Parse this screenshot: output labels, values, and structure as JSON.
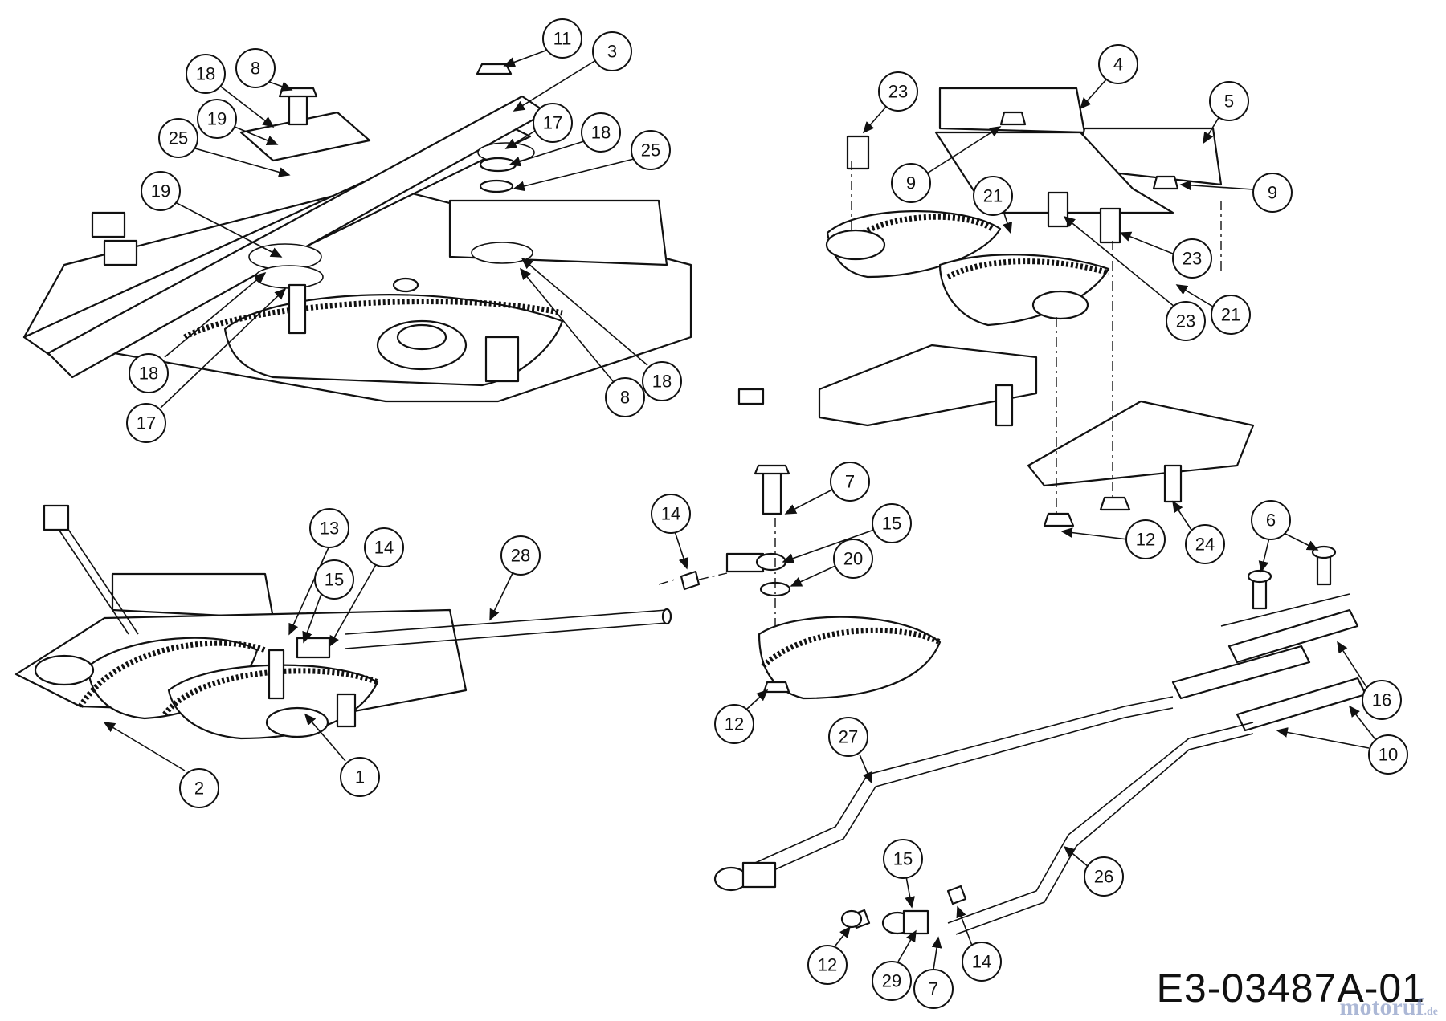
{
  "drawing_code": "E3-03487A-01",
  "watermark": {
    "name": "motoruf",
    "tld": ".de"
  },
  "callouts": [
    {
      "label": "11"
    },
    {
      "label": "3"
    },
    {
      "label": "8"
    },
    {
      "label": "18"
    },
    {
      "label": "19"
    },
    {
      "label": "25"
    },
    {
      "label": "17"
    },
    {
      "label": "18"
    },
    {
      "label": "25"
    },
    {
      "label": "19"
    },
    {
      "label": "18"
    },
    {
      "label": "17"
    },
    {
      "label": "8"
    },
    {
      "label": "18"
    },
    {
      "label": "23"
    },
    {
      "label": "4"
    },
    {
      "label": "5"
    },
    {
      "label": "9"
    },
    {
      "label": "21"
    },
    {
      "label": "9"
    },
    {
      "label": "23"
    },
    {
      "label": "23"
    },
    {
      "label": "21"
    },
    {
      "label": "7"
    },
    {
      "label": "14"
    },
    {
      "label": "15"
    },
    {
      "label": "20"
    },
    {
      "label": "12"
    },
    {
      "label": "24"
    },
    {
      "label": "6"
    },
    {
      "label": "13"
    },
    {
      "label": "14"
    },
    {
      "label": "15"
    },
    {
      "label": "28"
    },
    {
      "label": "2"
    },
    {
      "label": "1"
    },
    {
      "label": "12"
    },
    {
      "label": "27"
    },
    {
      "label": "16"
    },
    {
      "label": "10"
    },
    {
      "label": "26"
    },
    {
      "label": "15"
    },
    {
      "label": "12"
    },
    {
      "label": "29"
    },
    {
      "label": "7"
    },
    {
      "label": "14"
    }
  ]
}
